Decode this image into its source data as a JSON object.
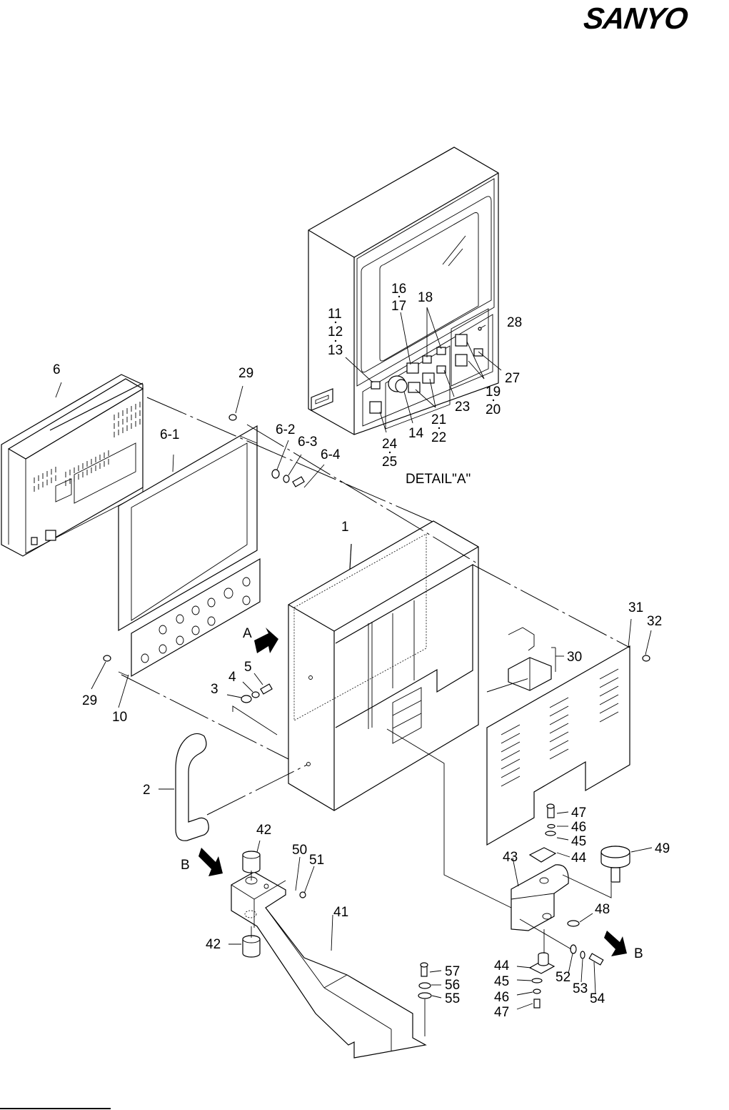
{
  "header": {
    "brand": "SANYO"
  },
  "detail_caption": "DETAIL\"A\"",
  "view_arrows": {
    "a": "A",
    "b_left": "B",
    "b_right": "B"
  },
  "callouts": {
    "c1": "1",
    "c2": "2",
    "c3": "3",
    "c4": "4",
    "c5": "5",
    "c6": "6",
    "c6_1": "6-1",
    "c6_2": "6-2",
    "c6_3": "6-3",
    "c6_4": "6-4",
    "c10": "10",
    "c11": "11",
    "c12": "12",
    "c13": "13",
    "c14": "14",
    "c16": "16",
    "c17": "17",
    "c18": "18",
    "c19": "19",
    "c20": "20",
    "c21": "21",
    "c22": "22",
    "c23": "23",
    "c24": "24",
    "c25": "25",
    "c27": "27",
    "c28": "28",
    "c29a": "29",
    "c29b": "29",
    "c30": "30",
    "c31": "31",
    "c32": "32",
    "c41": "41",
    "c42a": "42",
    "c42b": "42",
    "c43": "43",
    "c44a": "44",
    "c44b": "44",
    "c45a": "45",
    "c45b": "45",
    "c46a": "46",
    "c46b": "46",
    "c47a": "47",
    "c47b": "47",
    "c48": "48",
    "c49": "49",
    "c50": "50",
    "c51": "51",
    "c52": "52",
    "c53": "53",
    "c54": "54",
    "c55": "55",
    "c56": "56",
    "c57": "57"
  }
}
